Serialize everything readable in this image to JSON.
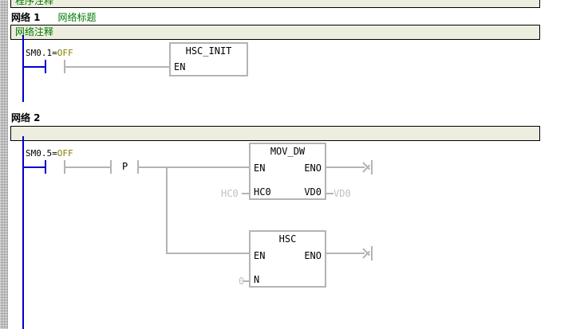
{
  "program": {
    "comment": "程序注释"
  },
  "networks": [
    {
      "label": "网络 1",
      "title": "网络标题",
      "comment": "网络注释",
      "rung": {
        "contact": {
          "operand": "SM0.1",
          "separator": "=",
          "value": "OFF"
        },
        "blocks": [
          {
            "name": "HSC_INIT",
            "pins": {
              "en": "EN"
            }
          }
        ]
      }
    },
    {
      "label": "网络 2",
      "title": "",
      "comment": "",
      "rung": {
        "contact": {
          "operand": "SM0.5",
          "separator": "=",
          "value": "OFF"
        },
        "transition_contact": {
          "type": "P"
        },
        "blocks": [
          {
            "name": "MOV_DW",
            "pins": {
              "en": "EN",
              "eno": "ENO",
              "in": "HC0",
              "out": "VD0"
            },
            "operands": {
              "in": "HC0",
              "out": "VD0"
            }
          },
          {
            "name": "HSC",
            "pins": {
              "en": "EN",
              "eno": "ENO",
              "n": "N"
            },
            "operands": {
              "n": "0"
            }
          }
        ]
      }
    }
  ],
  "colors": {
    "rail": "#0000CD",
    "wire": "#B4B4B4",
    "comment_text": "#007800",
    "comment_bg": "#EEEEE0",
    "value_text": "#808000",
    "greyed_operand": "#C0C0C0"
  }
}
